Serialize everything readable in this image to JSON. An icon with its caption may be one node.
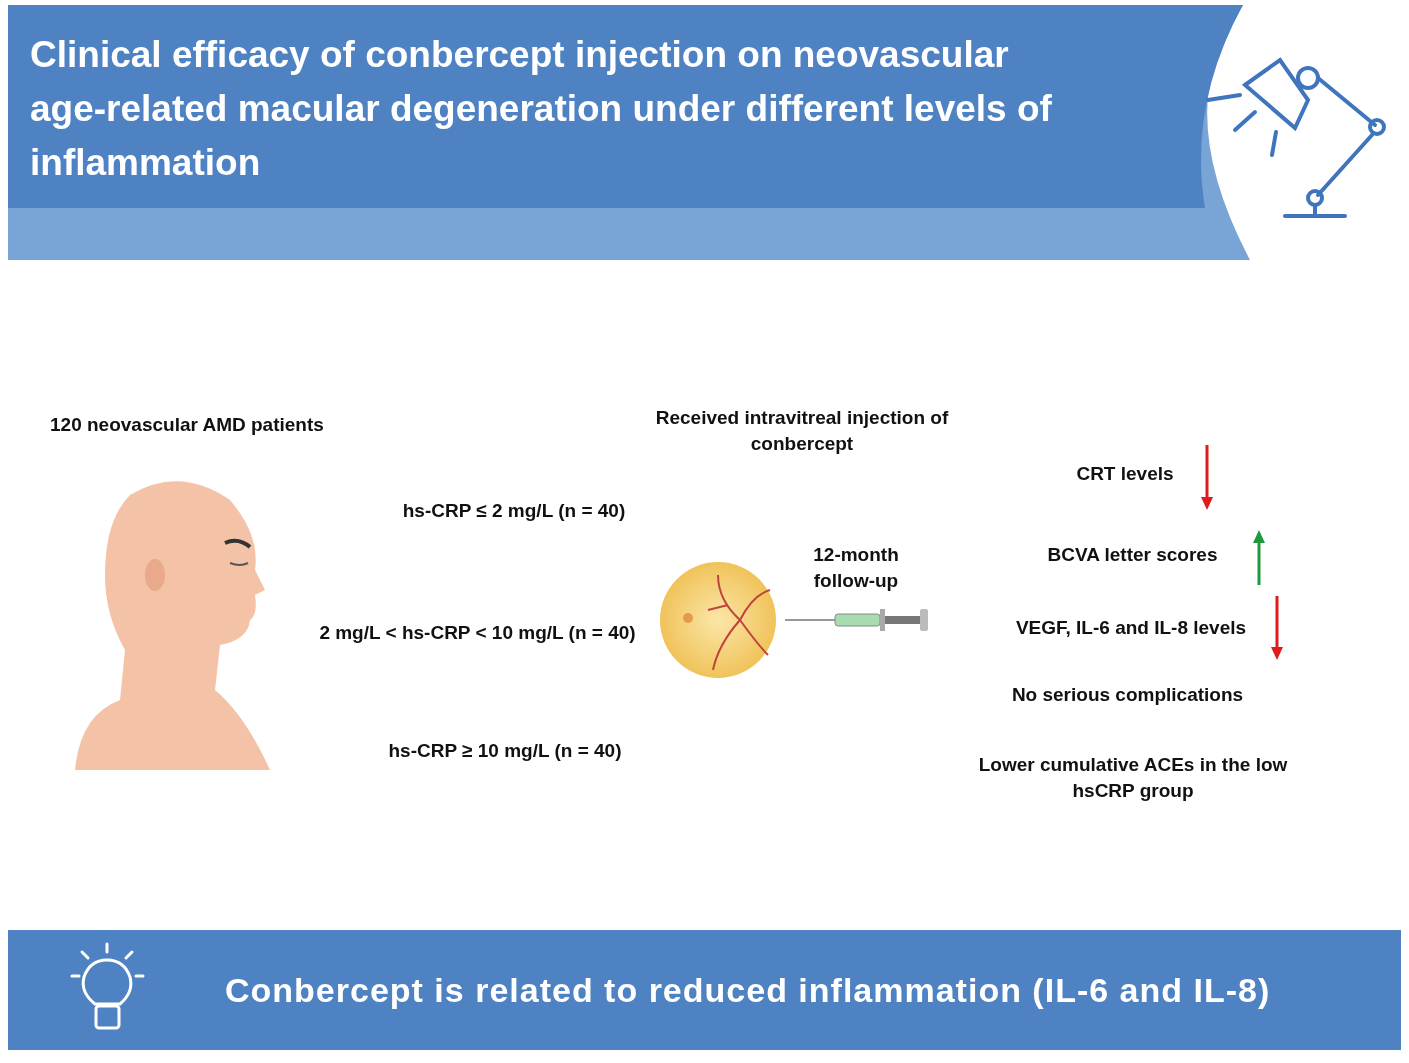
{
  "diagram": {
    "title": "Clinical efficacy of conbercept injection on neovascular age-related macular degeneration under different levels of inflammation",
    "caption": "Conbercept is related to reduced inflammation (IL-6 and IL-8)",
    "labels": [
      "120 neovascular AMD patients",
      "hs-CRP ≤ 2 mg/L (n = 40)",
      "2 mg/L < hs-CRP < 10 mg/L (n = 40)",
      "hs-CRP ≥ 10 mg/L (n = 40)",
      "Received intravitreal injection of conbercept",
      "12-month follow-up",
      "CRT levels",
      "BCVA letter scores",
      "VEGF, IL-6 and IL-8 levels",
      "No serious complications",
      "Lower cumulative ACEs in the low hsCRP group"
    ]
  }
}
